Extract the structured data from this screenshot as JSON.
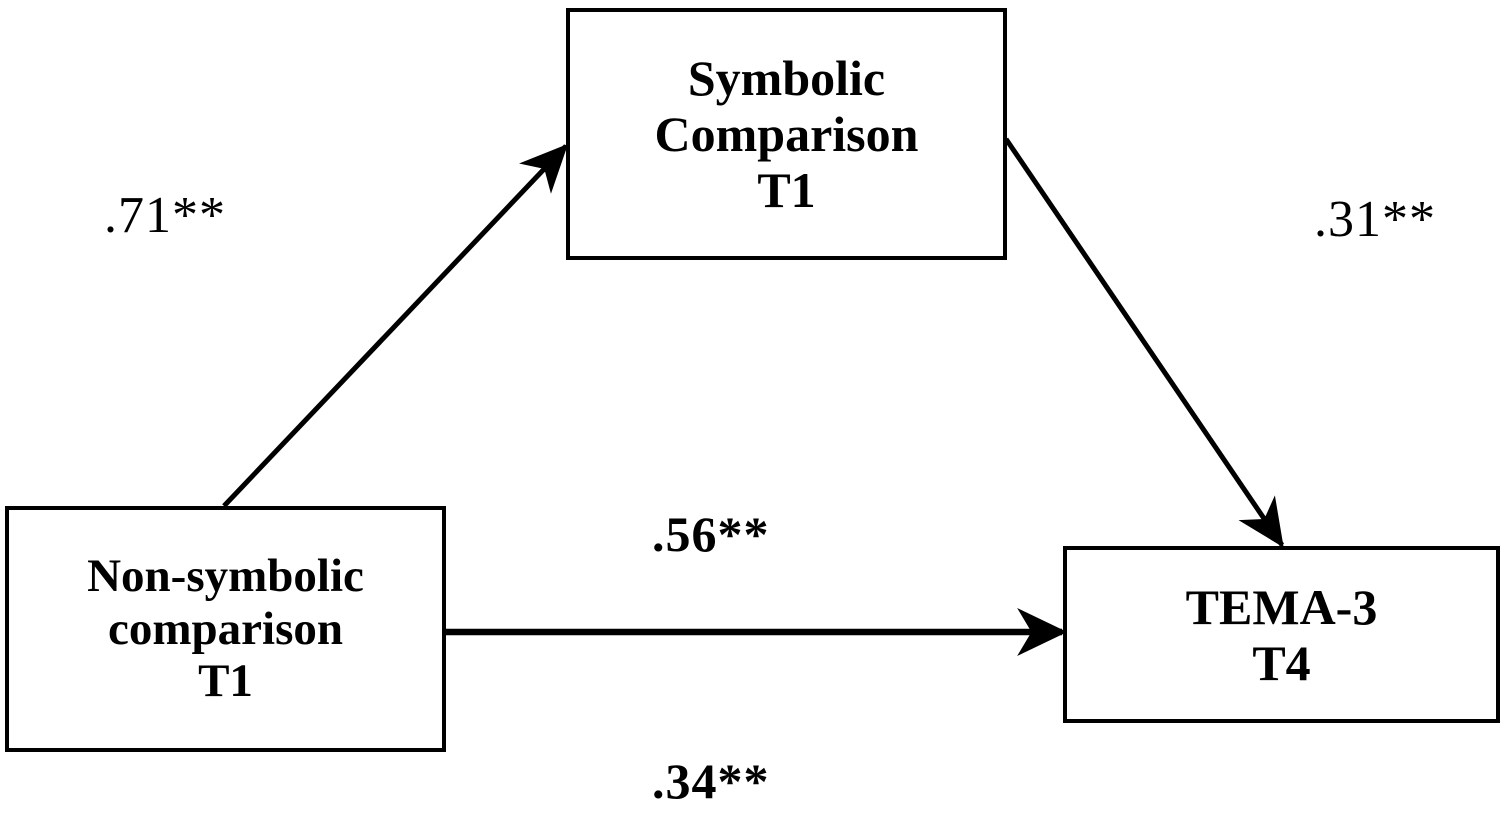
{
  "diagram": {
    "type": "mediation-path-diagram",
    "background_color": "#ffffff",
    "stroke_color": "#000000",
    "nodes": [
      {
        "id": "symbolic-comparison",
        "lines": [
          "Symbolic",
          "Comparison",
          "T1"
        ],
        "line1": "Symbolic",
        "line2": "Comparison",
        "line3": "T1"
      },
      {
        "id": "nonsymbolic-comparison",
        "lines": [
          "Non-symbolic",
          "comparison",
          "T1"
        ],
        "line1": "Non-symbolic",
        "line2": "comparison",
        "line3": "T1"
      },
      {
        "id": "tema3",
        "lines": [
          "TEMA-3",
          "T4"
        ],
        "line1": "TEMA-3",
        "line2": "T4"
      }
    ],
    "edges": [
      {
        "id": "a-path",
        "from": "nonsymbolic-comparison",
        "to": "symbolic-comparison",
        "label": ".71**",
        "bold": false
      },
      {
        "id": "b-path",
        "from": "symbolic-comparison",
        "to": "tema3",
        "label": ".31**",
        "bold": false
      },
      {
        "id": "c-path",
        "from": "nonsymbolic-comparison",
        "to": "tema3",
        "label": ".56**",
        "bold": true
      },
      {
        "id": "cprime-path",
        "from": "nonsymbolic-comparison",
        "to": "tema3",
        "label": ".34**",
        "bold": true
      }
    ]
  }
}
